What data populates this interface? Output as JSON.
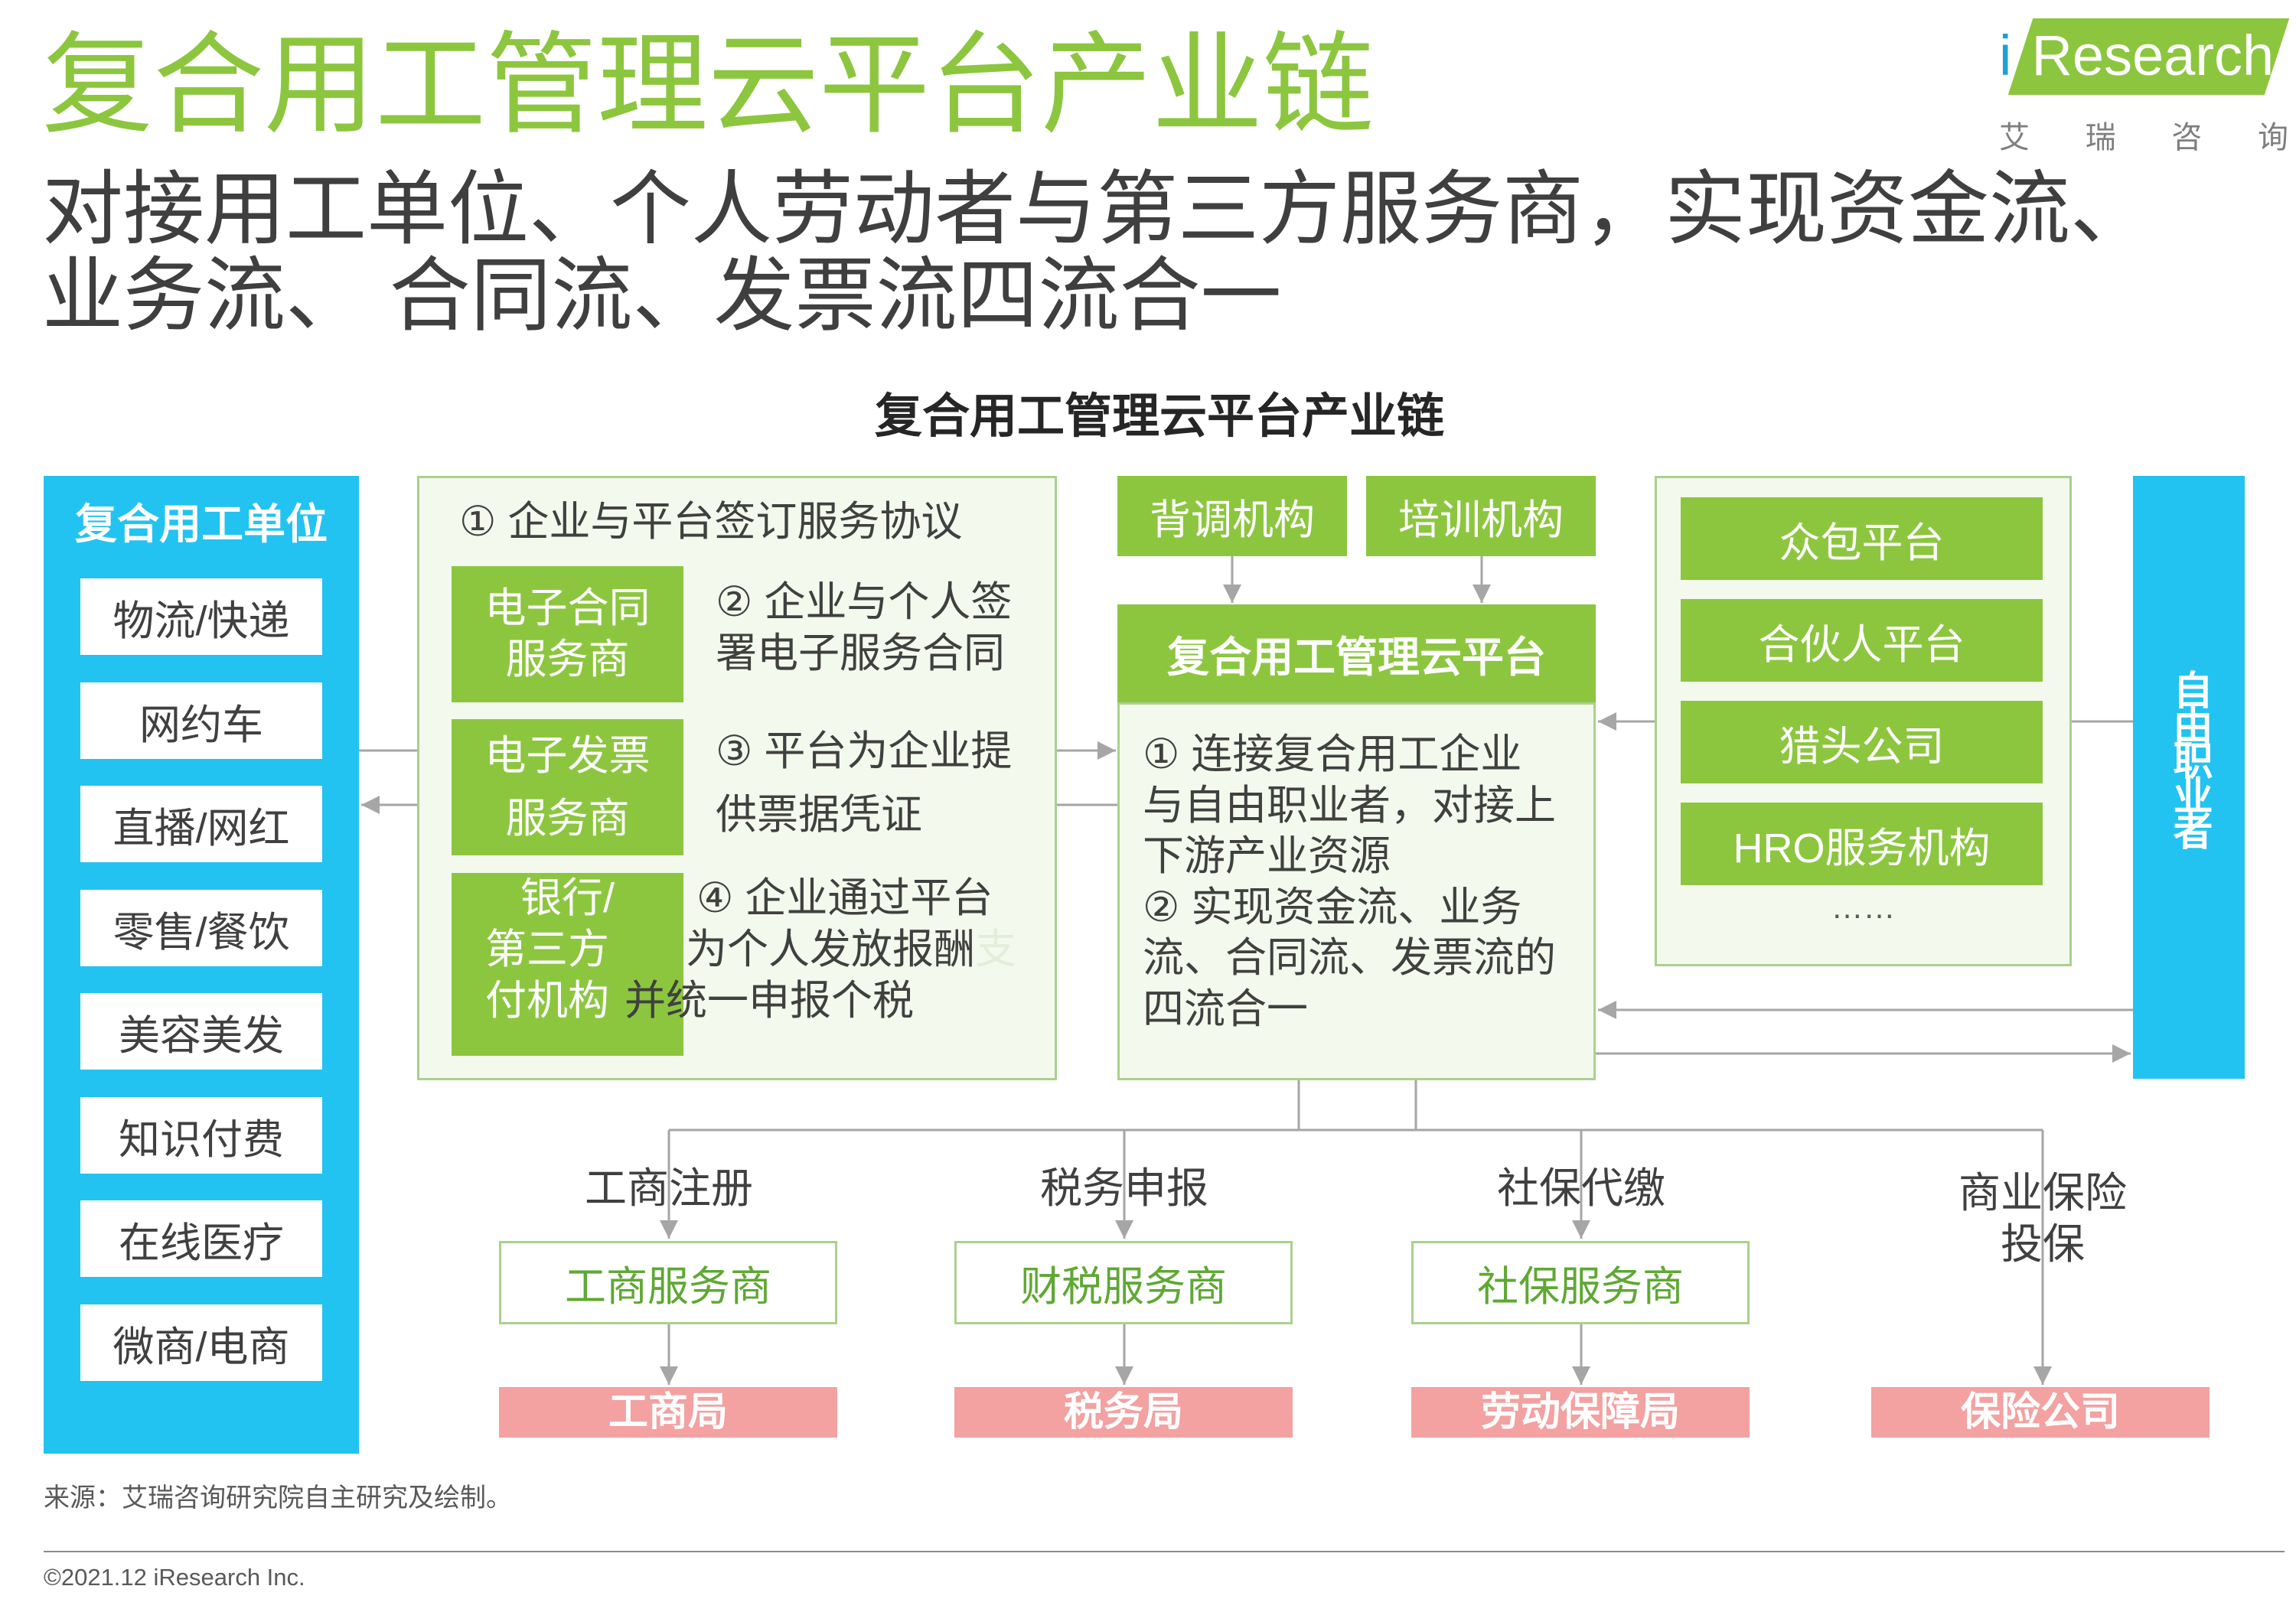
{
  "header": {
    "title": "复合用工管理云平台产业链",
    "subtitle_lines": [
      "对接用工单位、个人劳动者与第三方服务商，实现资金流、",
      "业务流、 合同流、发票流四流合一"
    ]
  },
  "logo": {
    "wordmark": "iResearch",
    "chinese_name": "艾瑞咨询"
  },
  "diagram": {
    "title": "复合用工管理云平台产业链",
    "employers": {
      "title": "复合用工单位",
      "items": [
        "物流/快递",
        "网约车",
        "直播/网红",
        "零售/餐饮",
        "美容美发",
        "知识付费",
        "在线医疗",
        "微商/电商"
      ]
    },
    "service_flow": {
      "step_1": "① 企业与平台签订服务协议",
      "providers": [
        {
          "lines": [
            "电子合同",
            "服务商"
          ]
        },
        {
          "lines": [
            "电子发票",
            "服务商"
          ]
        },
        {
          "lines": [
            "银行/",
            "第三方",
            "付机构"
          ]
        }
      ],
      "step_2": [
        "② 企业与个人签",
        "署电子服务合同"
      ],
      "step_3": [
        "③ 平台为企业提",
        "供票据凭证"
      ],
      "step_4": [
        "④ 企业通过平台",
        "为个人发放报酬",
        "并统一申报个税"
      ],
      "step_4_faint_char": "支"
    },
    "support_providers": [
      "背调机构",
      "培训机构"
    ],
    "platform": {
      "title": "复合用工管理云平台",
      "lines": [
        "① 连接复合用工企业",
        "与自由职业者，对接上",
        "下游产业资源",
        "② 实现资金流、业务",
        "流、合同流、发票流的",
        "四流合一"
      ]
    },
    "freelancer_channels": {
      "items": [
        "众包平台",
        "合伙人平台",
        "猎头公司",
        "HRO服务机构"
      ],
      "more": "……"
    },
    "freelancers": {
      "title": "自由职业者"
    },
    "downstream": [
      {
        "action": [
          "工商注册"
        ],
        "provider": "工商服务商",
        "authority": "工商局"
      },
      {
        "action": [
          "税务申报"
        ],
        "provider": "财税服务商",
        "authority": "税务局"
      },
      {
        "action": [
          "社保代缴"
        ],
        "provider": "社保服务商",
        "authority": "劳动保障局"
      },
      {
        "action": [
          "商业保险",
          "投保"
        ],
        "authority": "保险公司"
      }
    ]
  },
  "footer": {
    "source": "来源：艾瑞咨询研究院自主研究及绘制。",
    "copyright": "©2021.12 iResearch Inc."
  },
  "colors": {
    "brand_green": "#8CC63F",
    "employer_blue": "#22C3F0",
    "authority_pink": "#F3A1A1",
    "panel_fill": "#F3F9EC",
    "panel_border": "#A9D18E",
    "connector_gray": "#A6A6A6",
    "provider_text_green": "#5FA834"
  }
}
